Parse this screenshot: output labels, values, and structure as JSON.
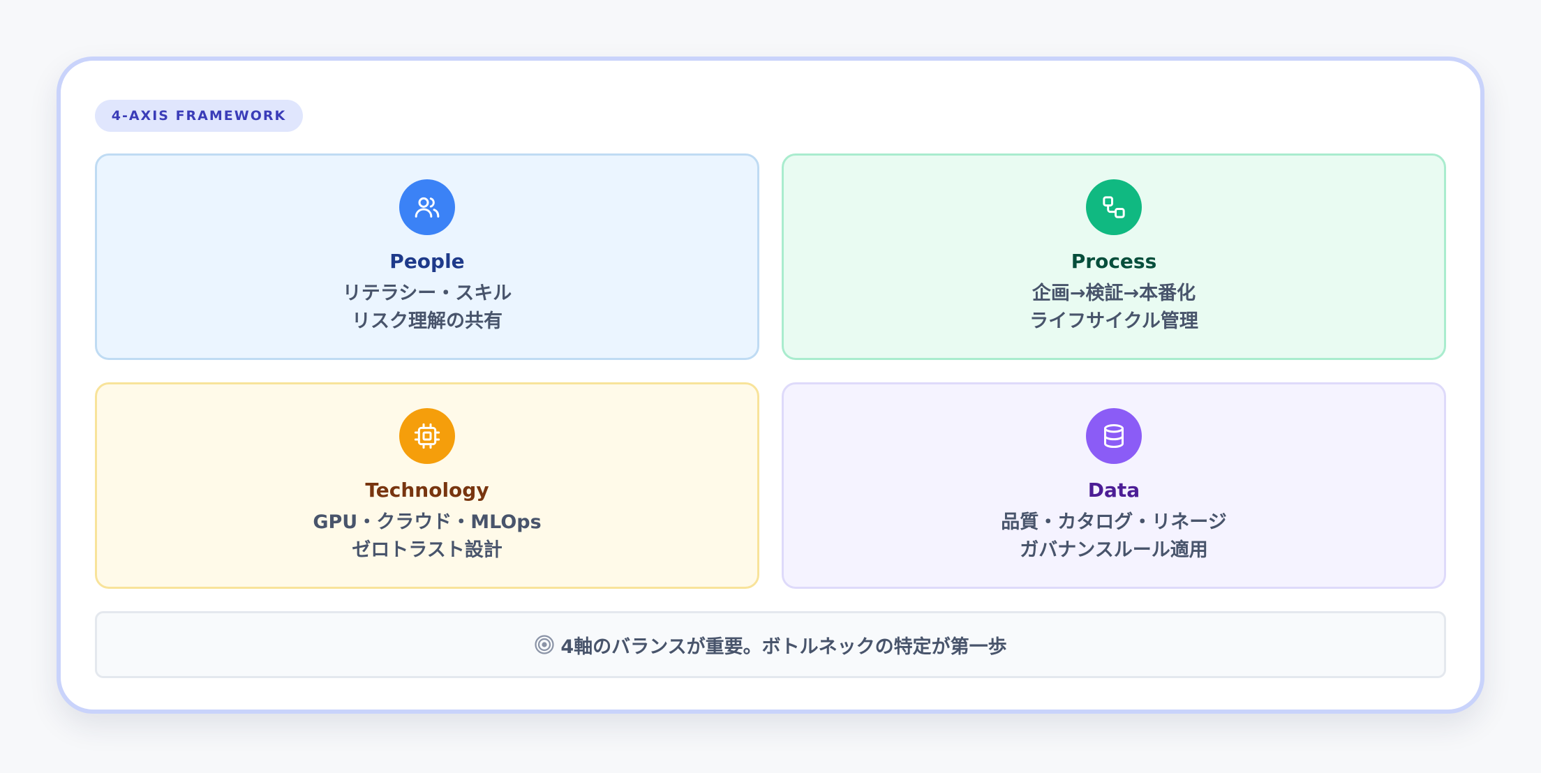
{
  "badge": "4-AXIS FRAMEWORK",
  "cards": [
    {
      "title": "People",
      "icon": "users-icon",
      "lines": [
        "リテラシー・スキル",
        "リスク理解の共有"
      ]
    },
    {
      "title": "Process",
      "icon": "workflow-icon",
      "lines": [
        "企画→検証→本番化",
        "ライフサイクル管理"
      ]
    },
    {
      "title": "Technology",
      "icon": "cpu-icon",
      "lines": [
        "GPU・クラウド・MLOps",
        "ゼロトラスト設計"
      ]
    },
    {
      "title": "Data",
      "icon": "database-icon",
      "lines": [
        "品質・カタログ・リネージ",
        "ガバナンスルール適用"
      ]
    }
  ],
  "footer": {
    "icon": "target-icon",
    "text": "4軸のバランスが重要。ボトルネックの特定が第一歩"
  },
  "colors": {
    "people": "#3b82f6",
    "process": "#10b981",
    "technology": "#f59e0b",
    "data": "#8b5cf6",
    "frame_border": "#c9d3fb"
  }
}
